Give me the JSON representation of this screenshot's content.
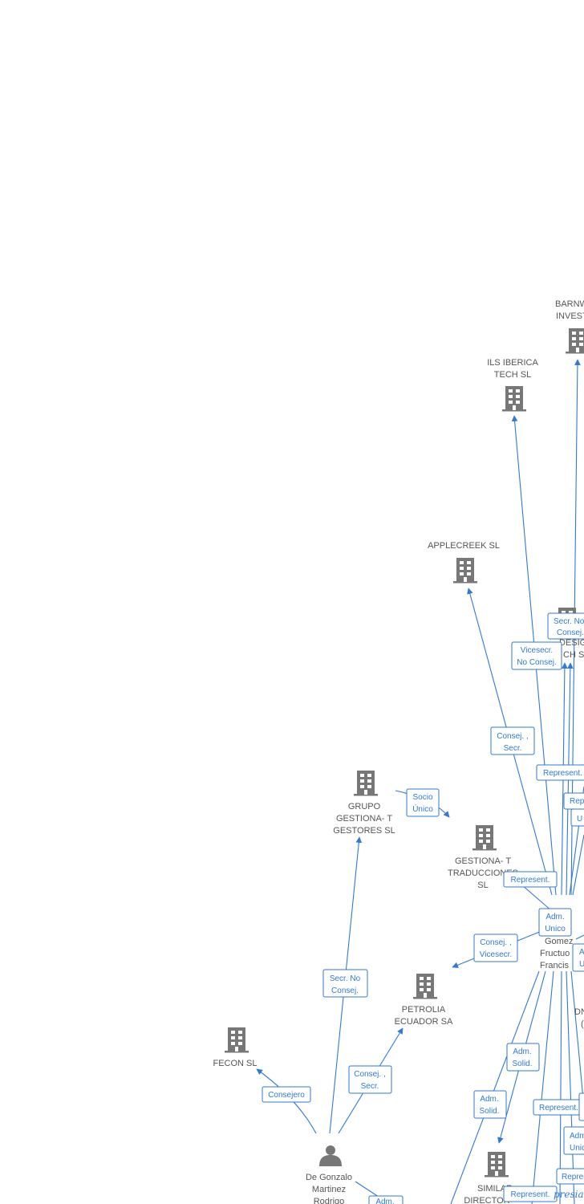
{
  "colors": {
    "edge": "#2f7ad6",
    "node_icon": "#777777",
    "node_text": "#555555",
    "background": "#ffffff"
  },
  "nodes": {
    "barnw": {
      "label": [
        "BARNW",
        "INVEST"
      ],
      "icon": "building-icon"
    },
    "ils": {
      "label": [
        "ILS IBERICA",
        "TECH  SL"
      ],
      "icon": "building-icon"
    },
    "applecreek": {
      "label": [
        "APPLECREEK SL"
      ],
      "icon": "building-icon"
    },
    "design": {
      "label": [
        "DESIGN",
        "CH  SL"
      ],
      "icon": "building-icon"
    },
    "grupo": {
      "label": [
        "GRUPO",
        "GESTIONA- T",
        "GESTORES  SL"
      ],
      "icon": "building-icon"
    },
    "gestiona": {
      "label": [
        "GESTIONA- T",
        "TRADUCCIONES",
        "SL"
      ],
      "icon": "building-icon"
    },
    "petrolia": {
      "label": [
        "PETROLIA",
        "ECUADOR SA"
      ],
      "icon": "building-icon"
    },
    "fecon": {
      "label": [
        "FECON  SL"
      ],
      "icon": "building-icon"
    },
    "gomez": {
      "label": [
        "Gomez",
        "Fructuo",
        "Francis"
      ],
      "icon": "person-icon"
    },
    "degonzalo": {
      "label": [
        "De Gonzalo",
        "Martinez",
        "Rodrigo"
      ],
      "icon": "person-icon"
    },
    "similar": {
      "label": [
        "SIMILAR",
        "DIRECTOR"
      ],
      "icon": "building-icon"
    },
    "dn": {
      "label": [
        "DN",
        "("
      ],
      "icon": "building-icon"
    }
  },
  "edge_labels": {
    "secr_no_consej_top": [
      "Secr.  No",
      "Consej."
    ],
    "vicesecr_no_consej": [
      "Vicesecr.",
      "No Consej."
    ],
    "consej_secr_apple": [
      "Consej. ,",
      "Secr."
    ],
    "represent_1": [
      "Represent."
    ],
    "repr_u": [
      "Repr",
      "U"
    ],
    "socio_unico": [
      "Socio",
      "Único"
    ],
    "represent_2": [
      "Represent."
    ],
    "adm_unico": [
      "Adm.",
      "Unico"
    ],
    "consej_vicesecr": [
      "Consej. ,",
      "Vicesecr."
    ],
    "a_u": [
      "A",
      "U"
    ],
    "secr_no_consej_grupo": [
      "Secr.  No",
      "Consej."
    ],
    "adm_solid_1": [
      "Adm.",
      "Solid."
    ],
    "consej_secr_petrolia": [
      "Consej. ,",
      "Secr."
    ],
    "consejero": [
      "Consejero"
    ],
    "adm_solid_2": [
      "Adm.",
      "Solid."
    ],
    "represent_3": [
      "Represent."
    ],
    "adm_unic": [
      "Adm",
      "Unic"
    ],
    "repres": [
      "Repres"
    ],
    "represent_4": [
      "Represent."
    ],
    "adm_bottom": [
      "Adm."
    ]
  },
  "watermark": "presia"
}
